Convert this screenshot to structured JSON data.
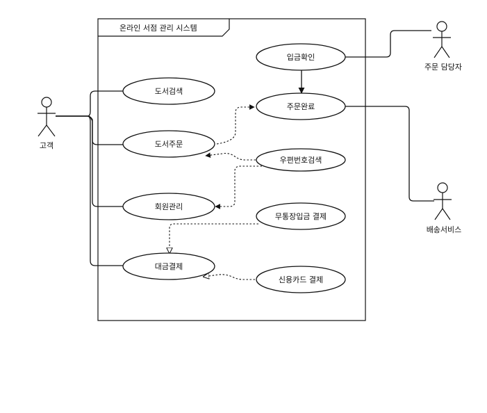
{
  "system": {
    "title": "온라인 서점 관리 시스템"
  },
  "actors": {
    "customer": "고객",
    "order_manager": "주문 담당자",
    "delivery_service": "배송서비스"
  },
  "use_cases": {
    "book_search": "도서검색",
    "book_order": "도서주문",
    "member_mgmt": "회원관리",
    "payment": "대금결제",
    "deposit_check": "입금확인",
    "order_complete": "주문완료",
    "zipcode_search": "우편번호검색",
    "bank_deposit": "무통장입금 결제",
    "credit_card": "신용카드 결제"
  }
}
